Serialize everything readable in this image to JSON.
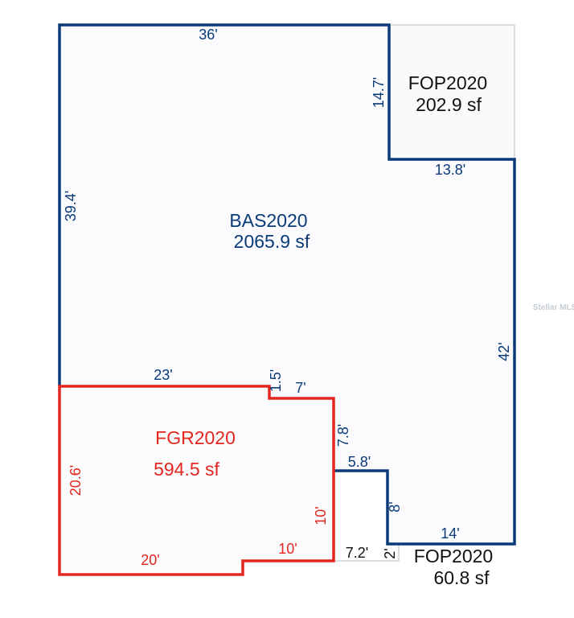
{
  "bas": {
    "name": "BAS2020",
    "area": "2065.9 sf",
    "color": "#0a3a78"
  },
  "fop_top": {
    "name": "FOP2020",
    "area": "202.9 sf"
  },
  "fgr": {
    "name": "FGR2020",
    "area": "594.5 sf",
    "color": "#e3261f"
  },
  "fop_bottom": {
    "name": "FOP2020",
    "area": "60.8 sf"
  },
  "dims": {
    "d36": "36'",
    "d14_7": "14.7'",
    "d13_8": "13.8'",
    "d39_4": "39.4'",
    "d42": "42'",
    "d23": "23'",
    "d1_5": "1.5'",
    "d7": "7'",
    "d7_8": "7.8'",
    "d5_8": "5.8'",
    "d8": "8'",
    "d14": "14'",
    "d20_6": "20.6'",
    "d10v": "10'",
    "d10h": "10'",
    "d20": "20'",
    "d7_2": "7.2'",
    "d2": "2'"
  },
  "watermark": "Stellar MLS"
}
